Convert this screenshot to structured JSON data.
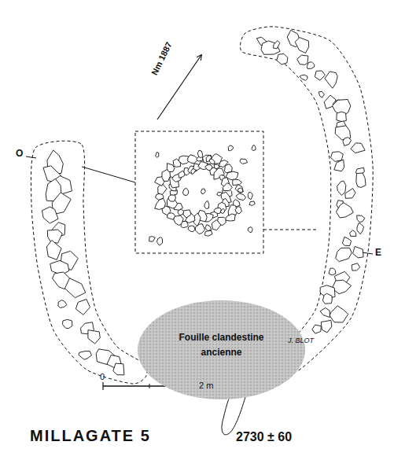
{
  "diagram": {
    "title": "MILLAGATE 5",
    "nodes": [
      {
        "text": [
          "Fouille clandestine ancienne"
        ]
      }
    ],
    "labels": [
      "Nm 1887",
      "O",
      "E",
      "J. BLOT",
      "0",
      "2 m",
      "2730 ± 60"
    ]
  }
}
